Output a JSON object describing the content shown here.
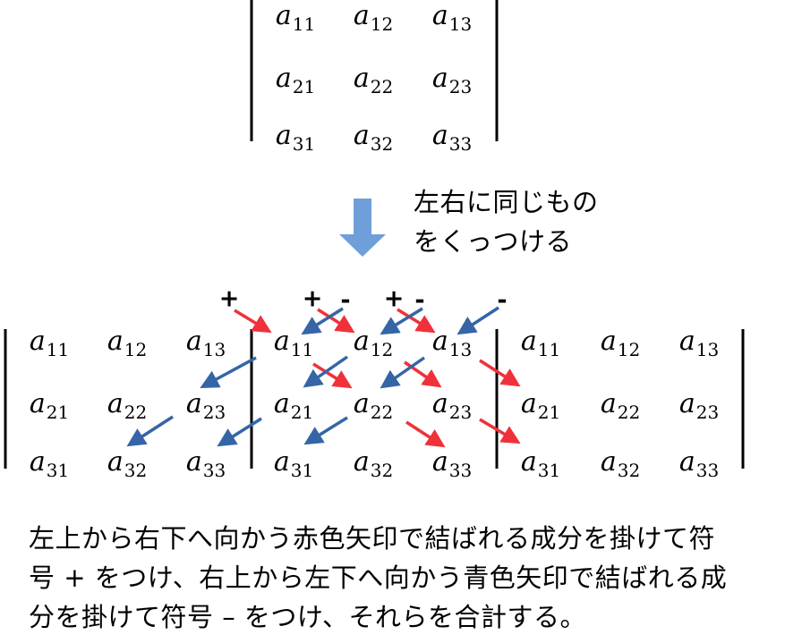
{
  "matrix": {
    "entries": [
      [
        {
          "v": "a",
          "sub": "11"
        },
        {
          "v": "a",
          "sub": "12"
        },
        {
          "v": "a",
          "sub": "13"
        }
      ],
      [
        {
          "v": "a",
          "sub": "21"
        },
        {
          "v": "a",
          "sub": "22"
        },
        {
          "v": "a",
          "sub": "23"
        }
      ],
      [
        {
          "v": "a",
          "sub": "31"
        },
        {
          "v": "a",
          "sub": "32"
        },
        {
          "v": "a",
          "sub": "33"
        }
      ]
    ]
  },
  "transform_caption": {
    "lines": [
      "左右に同じもの",
      "をくっつける"
    ]
  },
  "sign_labels": [
    "+",
    "+",
    "-",
    "+",
    "-",
    "-"
  ],
  "explanation": {
    "lines": [
      "左上から右下へ向かう赤色矢印で結ばれる成分を掛けて符",
      "号 + をつけ、右上から左下へ向かう青色矢印で結ばれる成",
      "分を掛けて符号 – をつけ、それらを合計する。"
    ]
  },
  "colors": {
    "red_arrow": "#f0313a",
    "blue_arrow": "#3565a6",
    "down_arrow": "#6f9fd8",
    "text": "#000000"
  }
}
